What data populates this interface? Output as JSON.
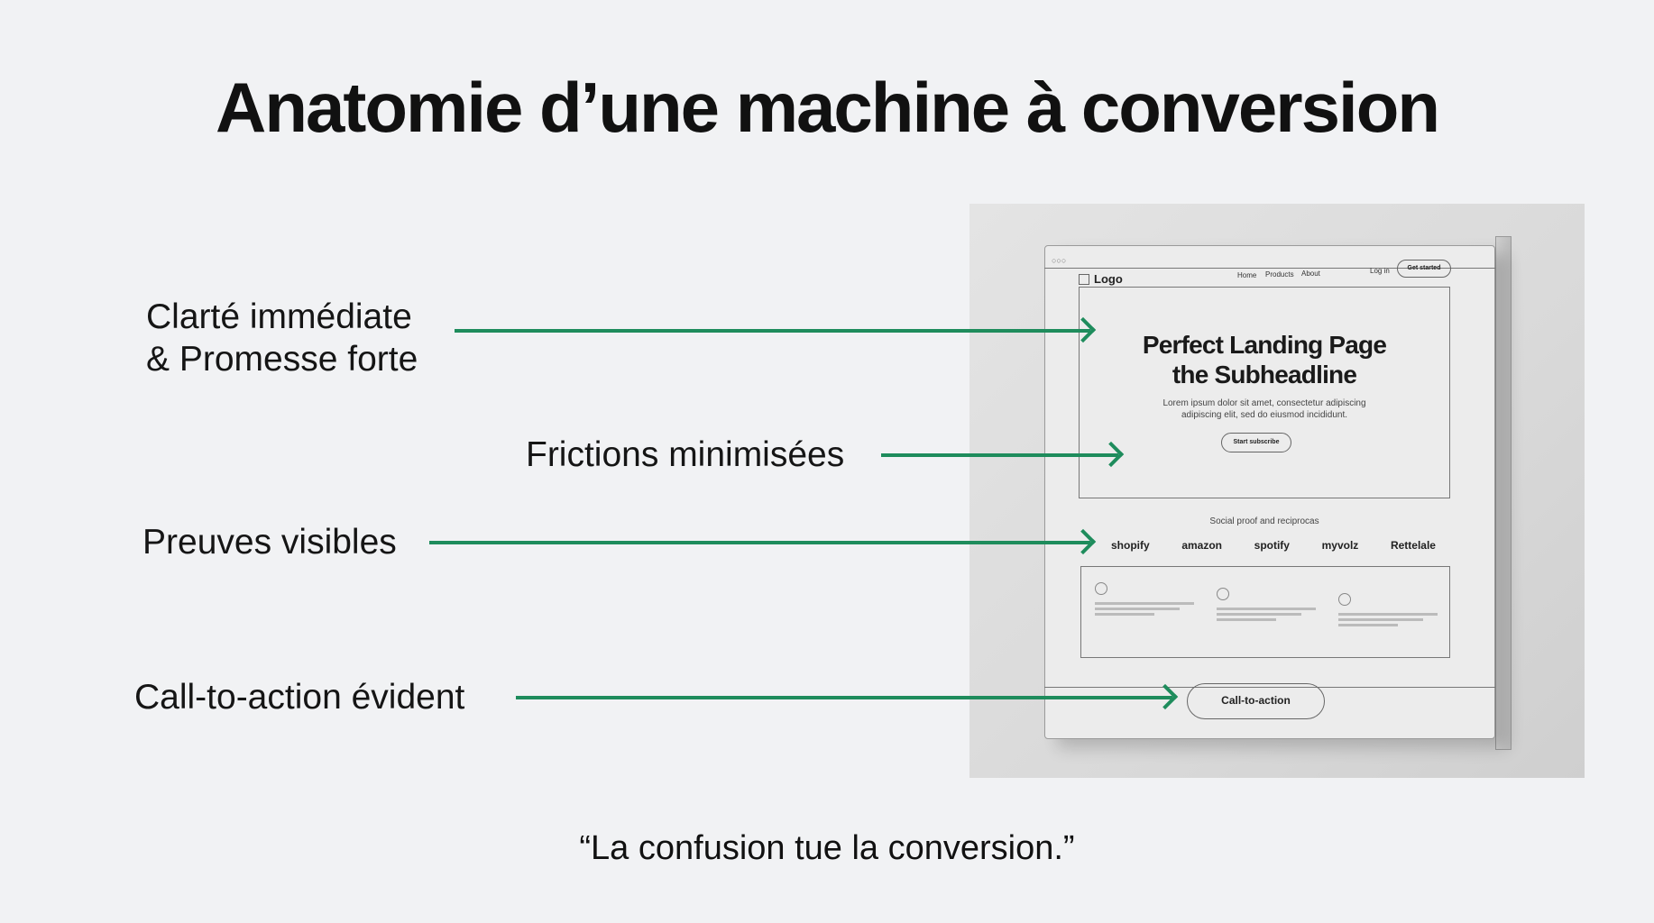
{
  "title": "Anatomie d’une machine à conversion",
  "labels": [
    {
      "line1": "Clarté immédiate",
      "line2": "& Promesse forte"
    },
    {
      "line1": "Frictions minimisées"
    },
    {
      "line1": "Preuves visibles"
    },
    {
      "line1": "Call-to-action évident"
    }
  ],
  "quote": "“La confusion tue la conversion.”",
  "arrow_color": "#1e8c5c",
  "mockup": {
    "logo": "Logo",
    "nav": [
      "Home",
      "Products",
      "About"
    ],
    "login": "Log in",
    "get_started": "Get started",
    "headline1": "Perfect Landing Page",
    "headline2": "the Subheadline",
    "lorem1": "Lorem ipsum dolor sit amet, consectetur adipiscing",
    "lorem2": "adipiscing elit, sed do eiusmod incididunt.",
    "hero_button": "Start subscribe",
    "social_proof": "Social proof and reciprocas",
    "brands": [
      "shopify",
      "amazon",
      "spotify",
      "myvolz",
      "Rettelale"
    ],
    "cta": "Call-to-action"
  }
}
